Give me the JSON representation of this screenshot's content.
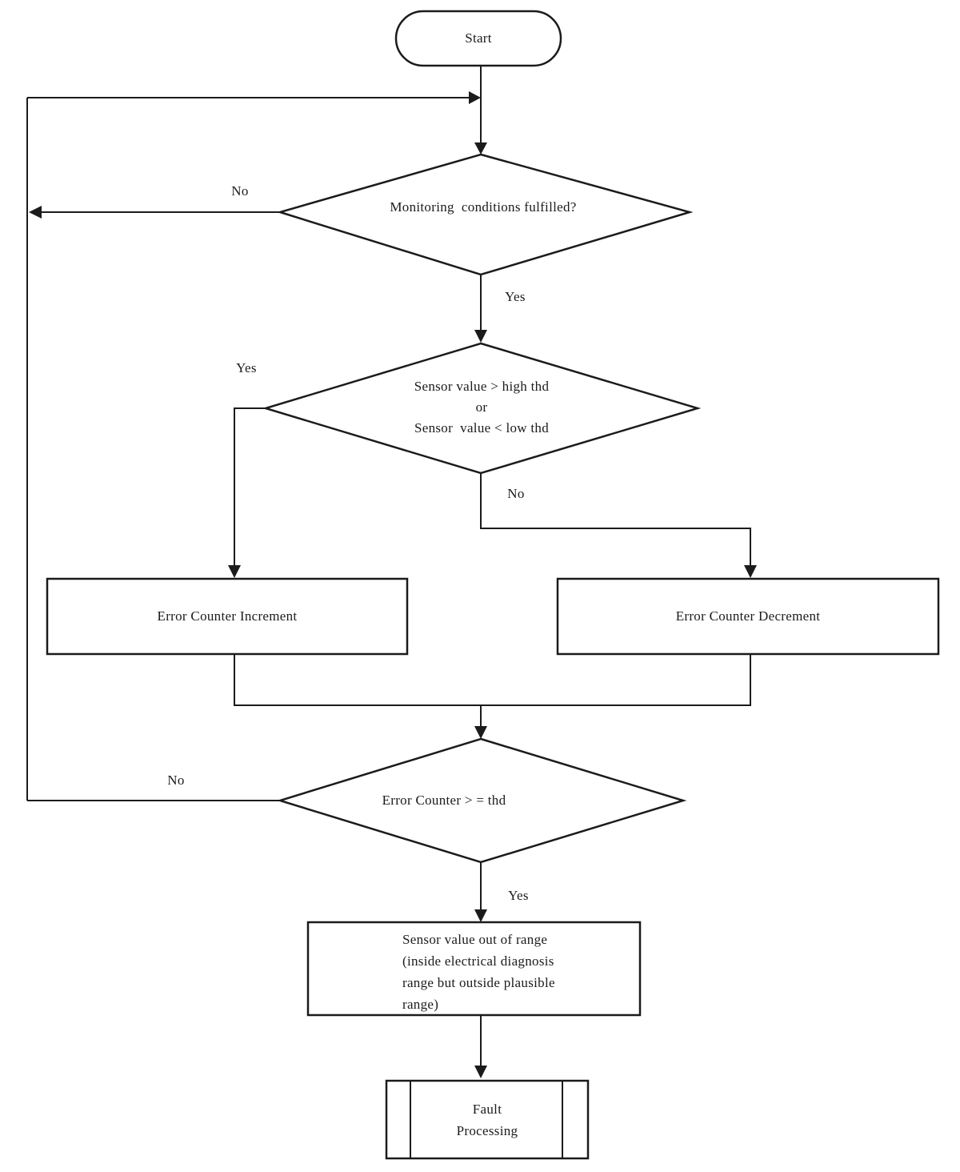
{
  "flowchart": {
    "colors": {
      "line": "#1b1b1b",
      "text": "#1b1b1b",
      "background": "#ffffff"
    },
    "nodes": {
      "start": {
        "label": "Start"
      },
      "monitoring_decision": {
        "label": "Monitoring  conditions fulfilled?"
      },
      "sensor_threshold_decision": {
        "label": "Sensor value > high thd\nor\nSensor  value < low thd"
      },
      "error_counter_increment": {
        "label": "Error Counter Increment"
      },
      "error_counter_decrement": {
        "label": "Error Counter Decrement"
      },
      "error_counter_threshold_decision": {
        "label": "Error Counter > = thd"
      },
      "sensor_out_of_range": {
        "label": "Sensor value out of range\n(inside electrical diagnosis\nrange but outside plausible\nrange)"
      },
      "fault_processing": {
        "label": "Fault\nProcessing"
      }
    },
    "edge_labels": {
      "monitoring_no": "No",
      "monitoring_yes": "Yes",
      "sensor_threshold_yes": "Yes",
      "sensor_threshold_no": "No",
      "error_counter_no": "No",
      "error_counter_yes": "Yes"
    }
  }
}
